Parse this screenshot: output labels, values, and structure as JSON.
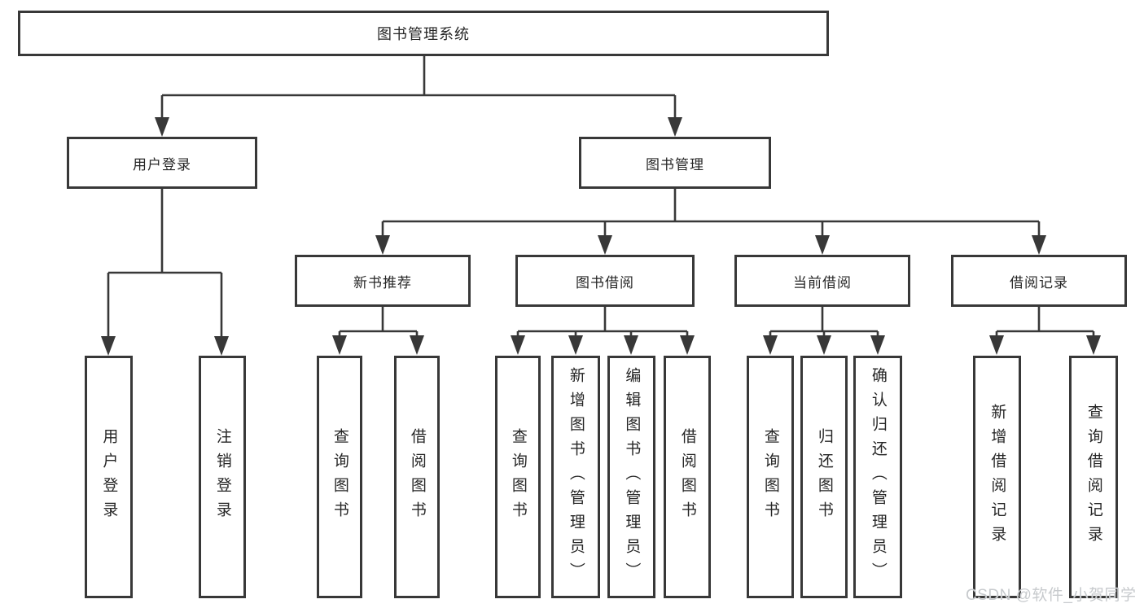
{
  "diagram": {
    "root": {
      "label": "图书管理系统"
    },
    "branches": [
      {
        "label": "用户登录",
        "children": [
          {
            "label": "用户登录"
          },
          {
            "label": "注销登录"
          }
        ]
      },
      {
        "label": "图书管理",
        "children": [
          {
            "label": "新书推荐",
            "children": [
              {
                "label": "查询图书"
              },
              {
                "label": "借阅图书"
              }
            ]
          },
          {
            "label": "图书借阅",
            "children": [
              {
                "label": "查询图书"
              },
              {
                "label": "新增图书（管理员）"
              },
              {
                "label": "编辑图书（管理员）"
              },
              {
                "label": "借阅图书"
              }
            ]
          },
          {
            "label": "当前借阅",
            "children": [
              {
                "label": "查询图书"
              },
              {
                "label": "归还图书"
              },
              {
                "label": "确认归还（管理员）"
              }
            ]
          },
          {
            "label": "借阅记录",
            "children": [
              {
                "label": "新增借阅记录"
              },
              {
                "label": "查询借阅记录"
              }
            ]
          }
        ]
      }
    ]
  },
  "watermark": {
    "text": "CSDN @软件_小贺同学"
  },
  "colors": {
    "line": "#383838",
    "text": "#262626",
    "background": "#ffffff",
    "watermark": "#c7cacd"
  }
}
